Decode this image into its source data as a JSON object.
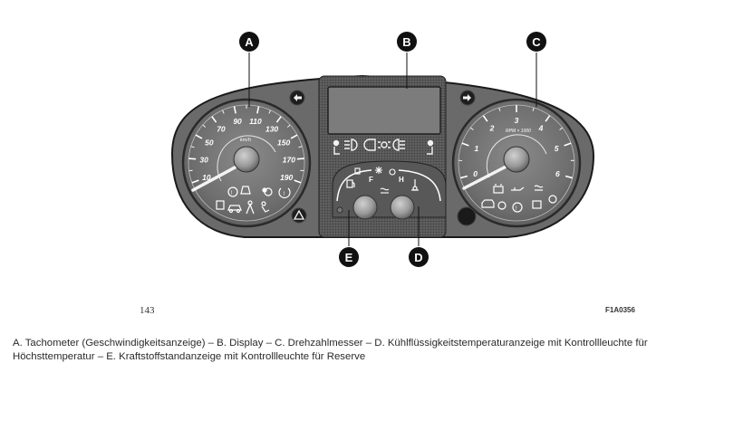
{
  "callouts": [
    "A",
    "B",
    "C",
    "D",
    "E"
  ],
  "speedometer": {
    "ticks": [
      "10",
      "30",
      "50",
      "70",
      "90",
      "110",
      "130",
      "150",
      "170",
      "190"
    ],
    "unit": "km/h"
  },
  "tachometer": {
    "ticks": [
      "0",
      "1",
      "2",
      "3",
      "4",
      "5",
      "6"
    ],
    "unit": "RPM × 1000"
  },
  "fuel_gauge": {
    "full_mark": "F"
  },
  "temp_gauge": {
    "hot_mark": "H"
  },
  "page_number": "143",
  "figure_code": "F1A0356",
  "caption": "A. Tachometer (Geschwindigkeitsanzeige) – B. Display – C. Drehzahlmesser – D. Kühlflüssigkeitstemperaturanzeige mit Kontrollleuchte für Höchsttemperatur – E. Kraftstoffstandanzeige mit Kontrollleuchte für Reserve"
}
